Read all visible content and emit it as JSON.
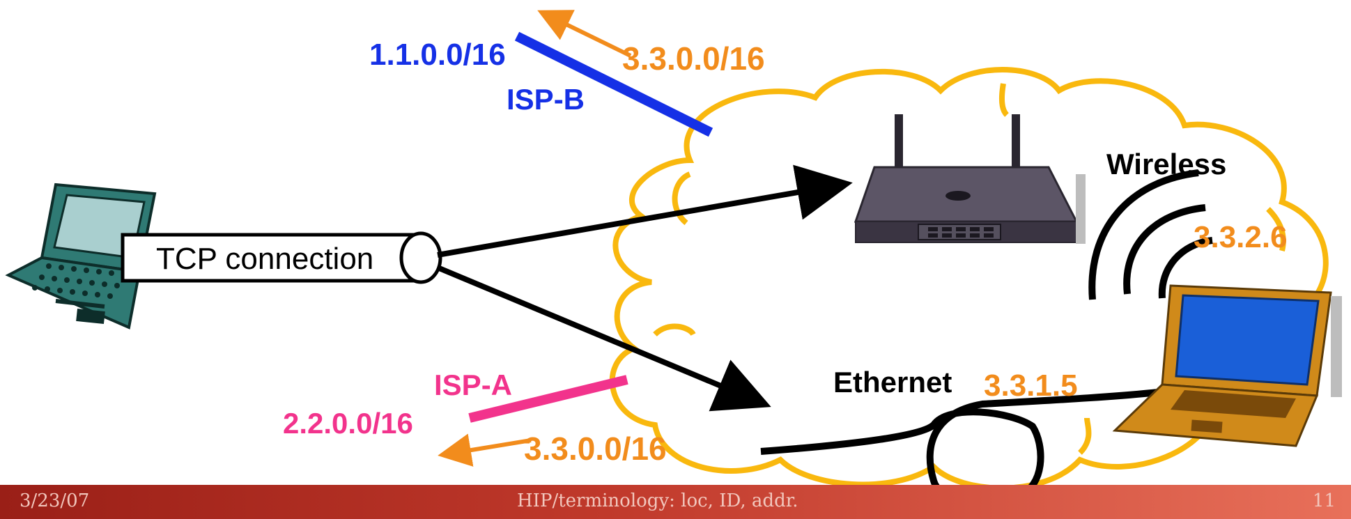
{
  "labels": {
    "isp_b_prefix": "1.1.0.0/16",
    "isp_b": "ISP-B",
    "announce_top": "3.3.0.0/16",
    "tcp": "TCP connection",
    "wireless": "Wireless",
    "wireless_addr": "3.3.2.6",
    "isp_a": "ISP-A",
    "isp_a_prefix": "2.2.0.0/16",
    "announce_bottom": "3.3.0.0/16",
    "ethernet": "Ethernet",
    "ethernet_addr": "3.3.1.5"
  },
  "footer": {
    "date": "3/23/07",
    "title": "HIP/terminology: loc, ID, addr.",
    "page": "11"
  },
  "colors": {
    "isp_b": "#1530e6",
    "isp_a": "#f2338c",
    "orange": "#f28c1c",
    "cloud": "#f9b80e"
  }
}
